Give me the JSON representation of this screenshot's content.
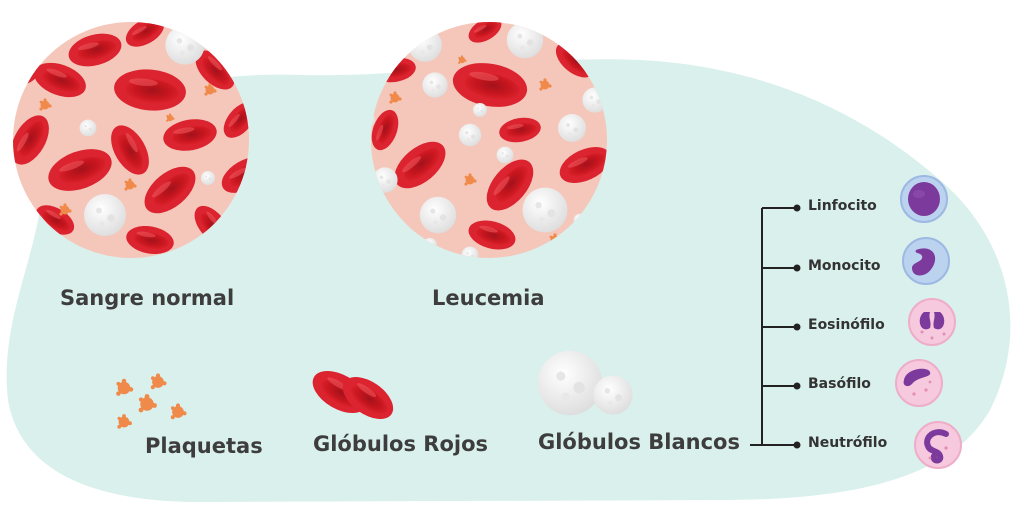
{
  "labels": {
    "normal_blood": "Sangre normal",
    "leukemia": "Leucemia"
  },
  "legend": {
    "platelets": "Plaquetas",
    "red_cells": "Glóbulos Rojos",
    "white_cells": "Glóbulos Blancos"
  },
  "white_cell_types": [
    "Linfocito",
    "Monocito",
    "Eosinófilo",
    "Basófilo",
    "Neutrófilo"
  ],
  "colors": {
    "background_blob": "#d9f0ec",
    "circle_fill": "#f5c7bb",
    "red_cell": "#d8202b",
    "red_cell_dark": "#9b0f18",
    "white_cell": "#f4f4f4",
    "platelet": "#f08a4b",
    "nucleus": "#7b3a9c"
  }
}
